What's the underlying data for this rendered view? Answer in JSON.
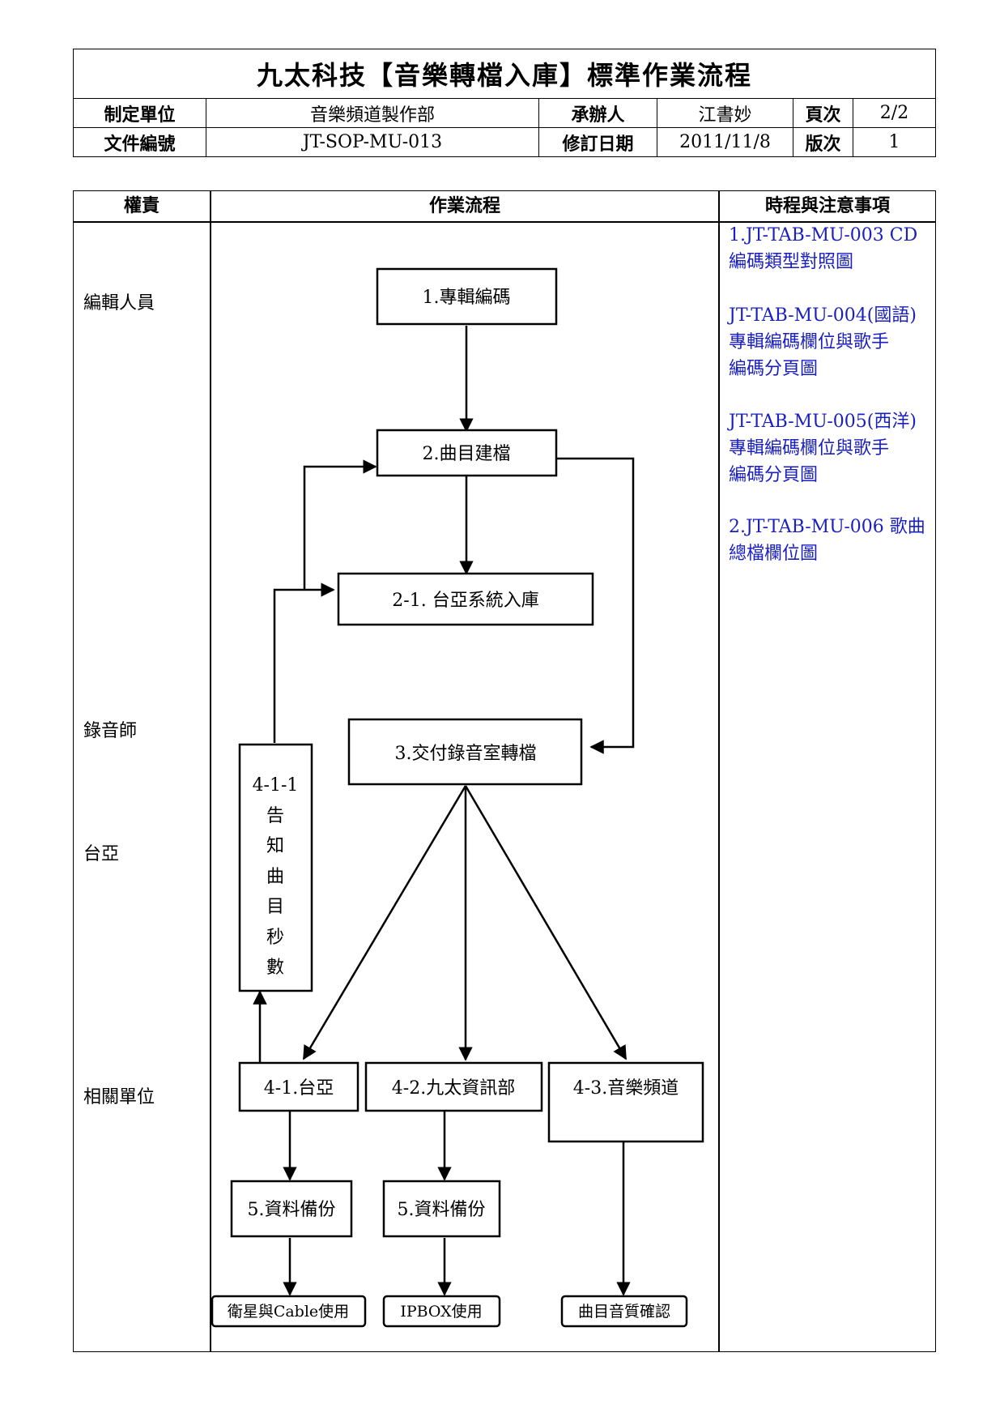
{
  "header": {
    "title": "九太科技【音樂轉檔入庫】標準作業流程",
    "row1": {
      "unit_label": "制定單位",
      "unit_value": "音樂頻道製作部",
      "owner_label": "承辦人",
      "owner_value": "江書妙",
      "page_label": "頁次",
      "page_value": "2/2"
    },
    "row2": {
      "doc_label": "文件編號",
      "doc_value": "JT-SOP-MU-013",
      "date_label": "修訂日期",
      "date_value": "2011/11/8",
      "version_label": "版次",
      "version_value": "1"
    }
  },
  "columns": {
    "responsibility": "權責",
    "workflow": "作業流程",
    "notes": "時程與注意事項"
  },
  "roles": [
    "編輯人員",
    "錄音師",
    "台亞",
    "相關單位"
  ],
  "notes": [
    [
      "1.JT-TAB-MU-003 CD",
      "編碼類型對照圖"
    ],
    [
      "JT-TAB-MU-004(國語)",
      "專輯編碼欄位與歌手",
      "編碼分頁圖"
    ],
    [
      "JT-TAB-MU-005(西洋)",
      "專輯編碼欄位與歌手",
      "編碼分頁圖"
    ],
    [
      "2.JT-TAB-MU-006 歌曲",
      "總檔欄位圖"
    ]
  ],
  "flow": {
    "step1": "1.專輯編碼",
    "step2": "2.曲目建檔",
    "step2_1": "2-1.  台亞系統入庫",
    "step3": "3.交付錄音室轉檔",
    "step4_1_1": [
      "4-1-1",
      "告",
      "知",
      "曲",
      "目",
      "秒",
      "數"
    ],
    "step4_1": "4-1.台亞",
    "step4_2": "4-2.九太資訊部",
    "step4_3": "4-3.音樂頻道",
    "step5a": "5.資料備份",
    "step5b": "5.資料備份",
    "out_a": "衛星與Cable使用",
    "out_b": "IPBOX使用",
    "out_c": "曲目音質確認"
  },
  "colors": {
    "note_text": "#1a1fbf",
    "lines": "#000000"
  }
}
